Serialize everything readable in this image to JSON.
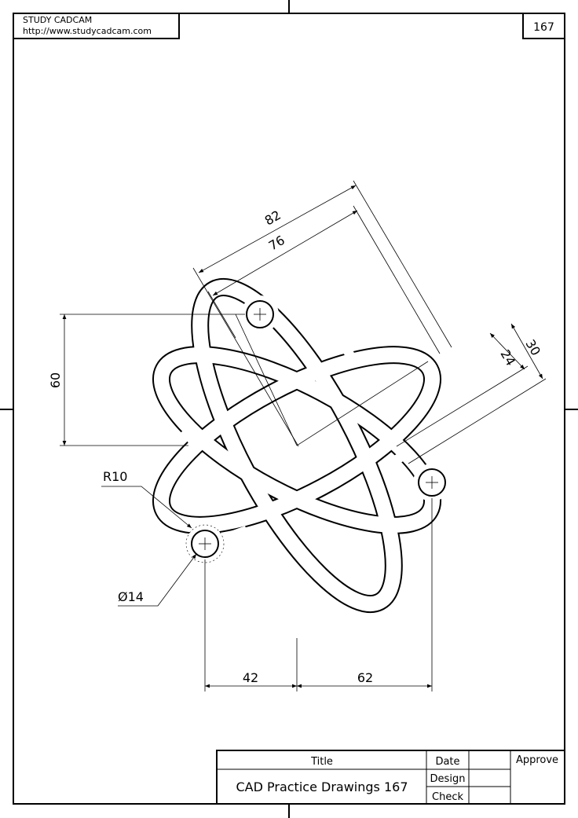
{
  "header": {
    "company": "STUDY CADCAM",
    "url": "http://www.studycadcam.com",
    "sheet_number": "167"
  },
  "dimensions": {
    "d82": "82",
    "d76": "76",
    "d60": "60",
    "d30": "30",
    "d24": "24",
    "r10": "R10",
    "dia14": "Ø14",
    "d42": "42",
    "d62": "62"
  },
  "title_block": {
    "title_label": "Title",
    "date_label": "Date",
    "approve_label": "Approve",
    "design_label": "Design",
    "check_label": "Check",
    "drawing_title": "CAD Practice Drawings 167"
  }
}
